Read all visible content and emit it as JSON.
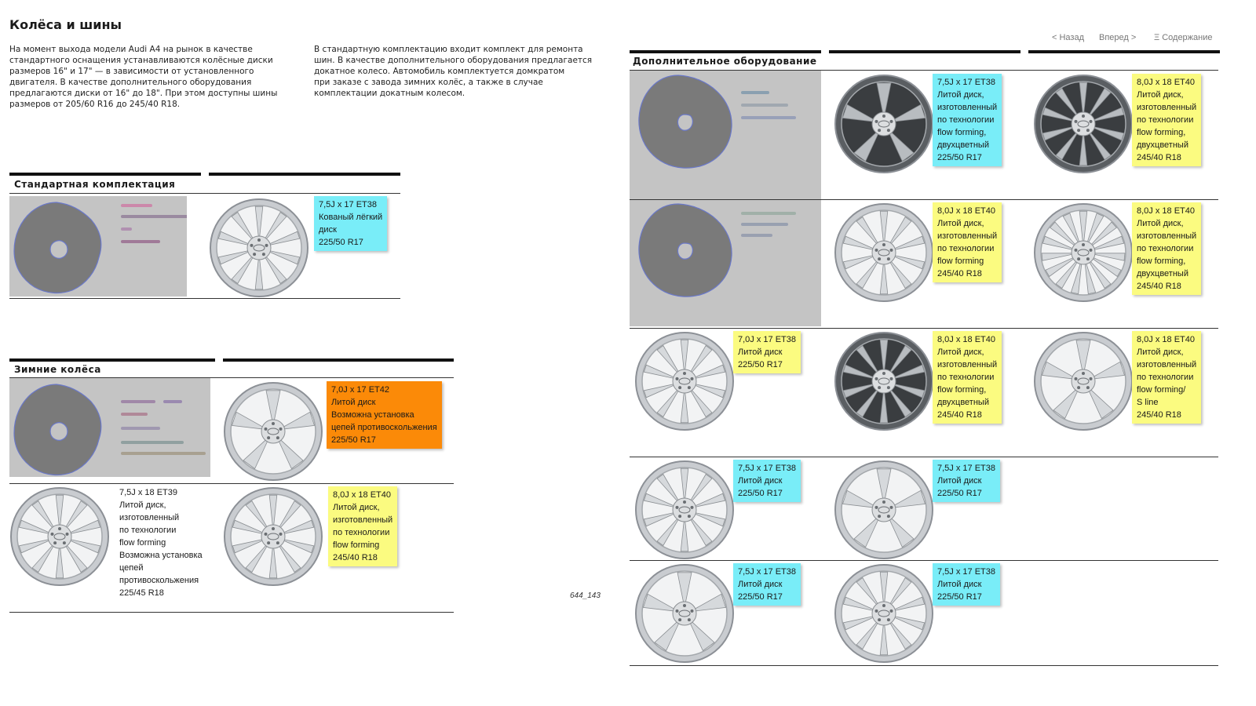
{
  "page": {
    "title": "Колёса и шины",
    "intro_left": [
      "На момент выхода модели Audi A4 на рынок в качестве",
      "стандартного оснащения устанавливаются колёсные диски",
      "размеров 16\" и 17\" — в зависимости от установленного",
      "двигателя. В качестве дополнительного оборудования",
      "предлагаются диски от 16\" до 18\". При этом доступны шины",
      "размеров от 205/60 R16 до 245/40 R18."
    ],
    "intro_right": [
      "В стандартную комплектацию входит комплект для ремонта",
      "шин. В качестве дополнительного оборудования предлагается",
      "докатное колесо. Автомобиль комплектуется домкратом",
      "при заказе с завода зимних колёс, а также в случае",
      "комплектации докатным колесом."
    ],
    "page_number": "644_143"
  },
  "nav": {
    "back": "< Назад",
    "forward": "Вперед >",
    "contents": "Ξ Содержание"
  },
  "sections": {
    "standard": "Стандартная комплектация",
    "winter": "Зимние колёса",
    "optional": "Дополнительное оборудование"
  },
  "wheels": {
    "std1": [
      "7,5J x 17 ET38",
      "Кованый лёгкий",
      "диск",
      "225/50 R17"
    ],
    "win1": [
      "7,0J x 17 ET42",
      "Литой диск",
      "Возможна установка",
      "цепей противоскольжения",
      "225/50 R17"
    ],
    "win2": [
      "7,5J x 18 ET39",
      "Литой диск,",
      "изготовленный",
      "по технологии",
      "flow forming",
      "Возможна установка",
      "цепей",
      "противоскольжения",
      "225/45 R18"
    ],
    "win3": [
      "8,0J x 18 ET40",
      "Литой диск,",
      "изготовленный",
      "по технологии",
      "flow forming",
      "245/40 R18"
    ],
    "opt1": [
      "7,5J x 17 ET38",
      "Литой диск,",
      "изготовленный",
      "по технологии",
      "flow forming,",
      "двухцветный",
      "225/50 R17"
    ],
    "opt2": [
      "8,0J x 18 ET40",
      "Литой диск,",
      "изготовленный",
      "по технологии",
      "flow forming,",
      "двухцветный",
      "245/40 R18"
    ],
    "opt3": [
      "8,0J x 18 ET40",
      "Литой диск,",
      "изготовленный",
      "по технологии",
      "flow forming",
      "245/40 R18"
    ],
    "opt4": [
      "8,0J x 18 ET40",
      "Литой диск,",
      "изготовленный",
      "по технологии",
      "flow forming,",
      "двухцветный",
      "245/40 R18"
    ],
    "opt5": [
      "7,0J x 17 ET38",
      "Литой диск",
      "225/50 R17"
    ],
    "opt6": [
      "8,0J x 18 ET40",
      "Литой диск,",
      "изготовленный",
      "по технологии",
      "flow forming,",
      "двухцветный",
      "245/40 R18"
    ],
    "opt7": [
      "8,0J x 18 ET40",
      "Литой диск,",
      "изготовленный",
      "по технологии",
      "flow forming/",
      "S line",
      "245/40 R18"
    ],
    "opt8": [
      "7,5J x 17 ET38",
      "Литой диск",
      "225/50 R17"
    ],
    "opt9": [
      "7,5J x 17 ET38",
      "Литой диск",
      "225/50 R17"
    ],
    "opt10": [
      "7,5J x 17 ET38",
      "Литой диск",
      "225/50 R17"
    ],
    "opt11": [
      "7,5J x 17 ET38",
      "Литой диск",
      "225/50 R17"
    ]
  },
  "colors": {
    "cyan": "#79edf8",
    "yellow": "#fbfb80",
    "orange": "#fb8a08",
    "placeholder_gray": "#c4c4c4"
  },
  "icons": [
    "wheel-rim-icon",
    "placeholder-image"
  ]
}
